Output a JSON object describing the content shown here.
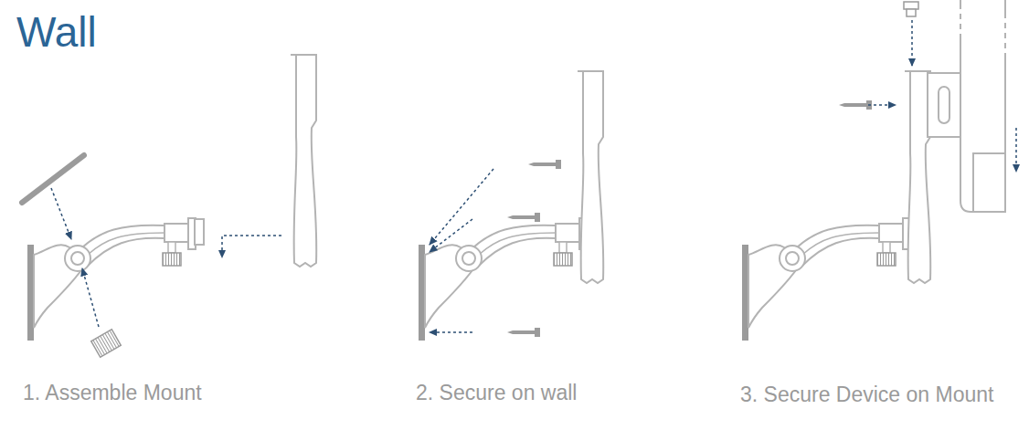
{
  "diagram": {
    "title": "Wall",
    "labels": [
      "1. Assemble Mount",
      "2. Secure on wall",
      "3. Secure Device on Mount"
    ]
  }
}
